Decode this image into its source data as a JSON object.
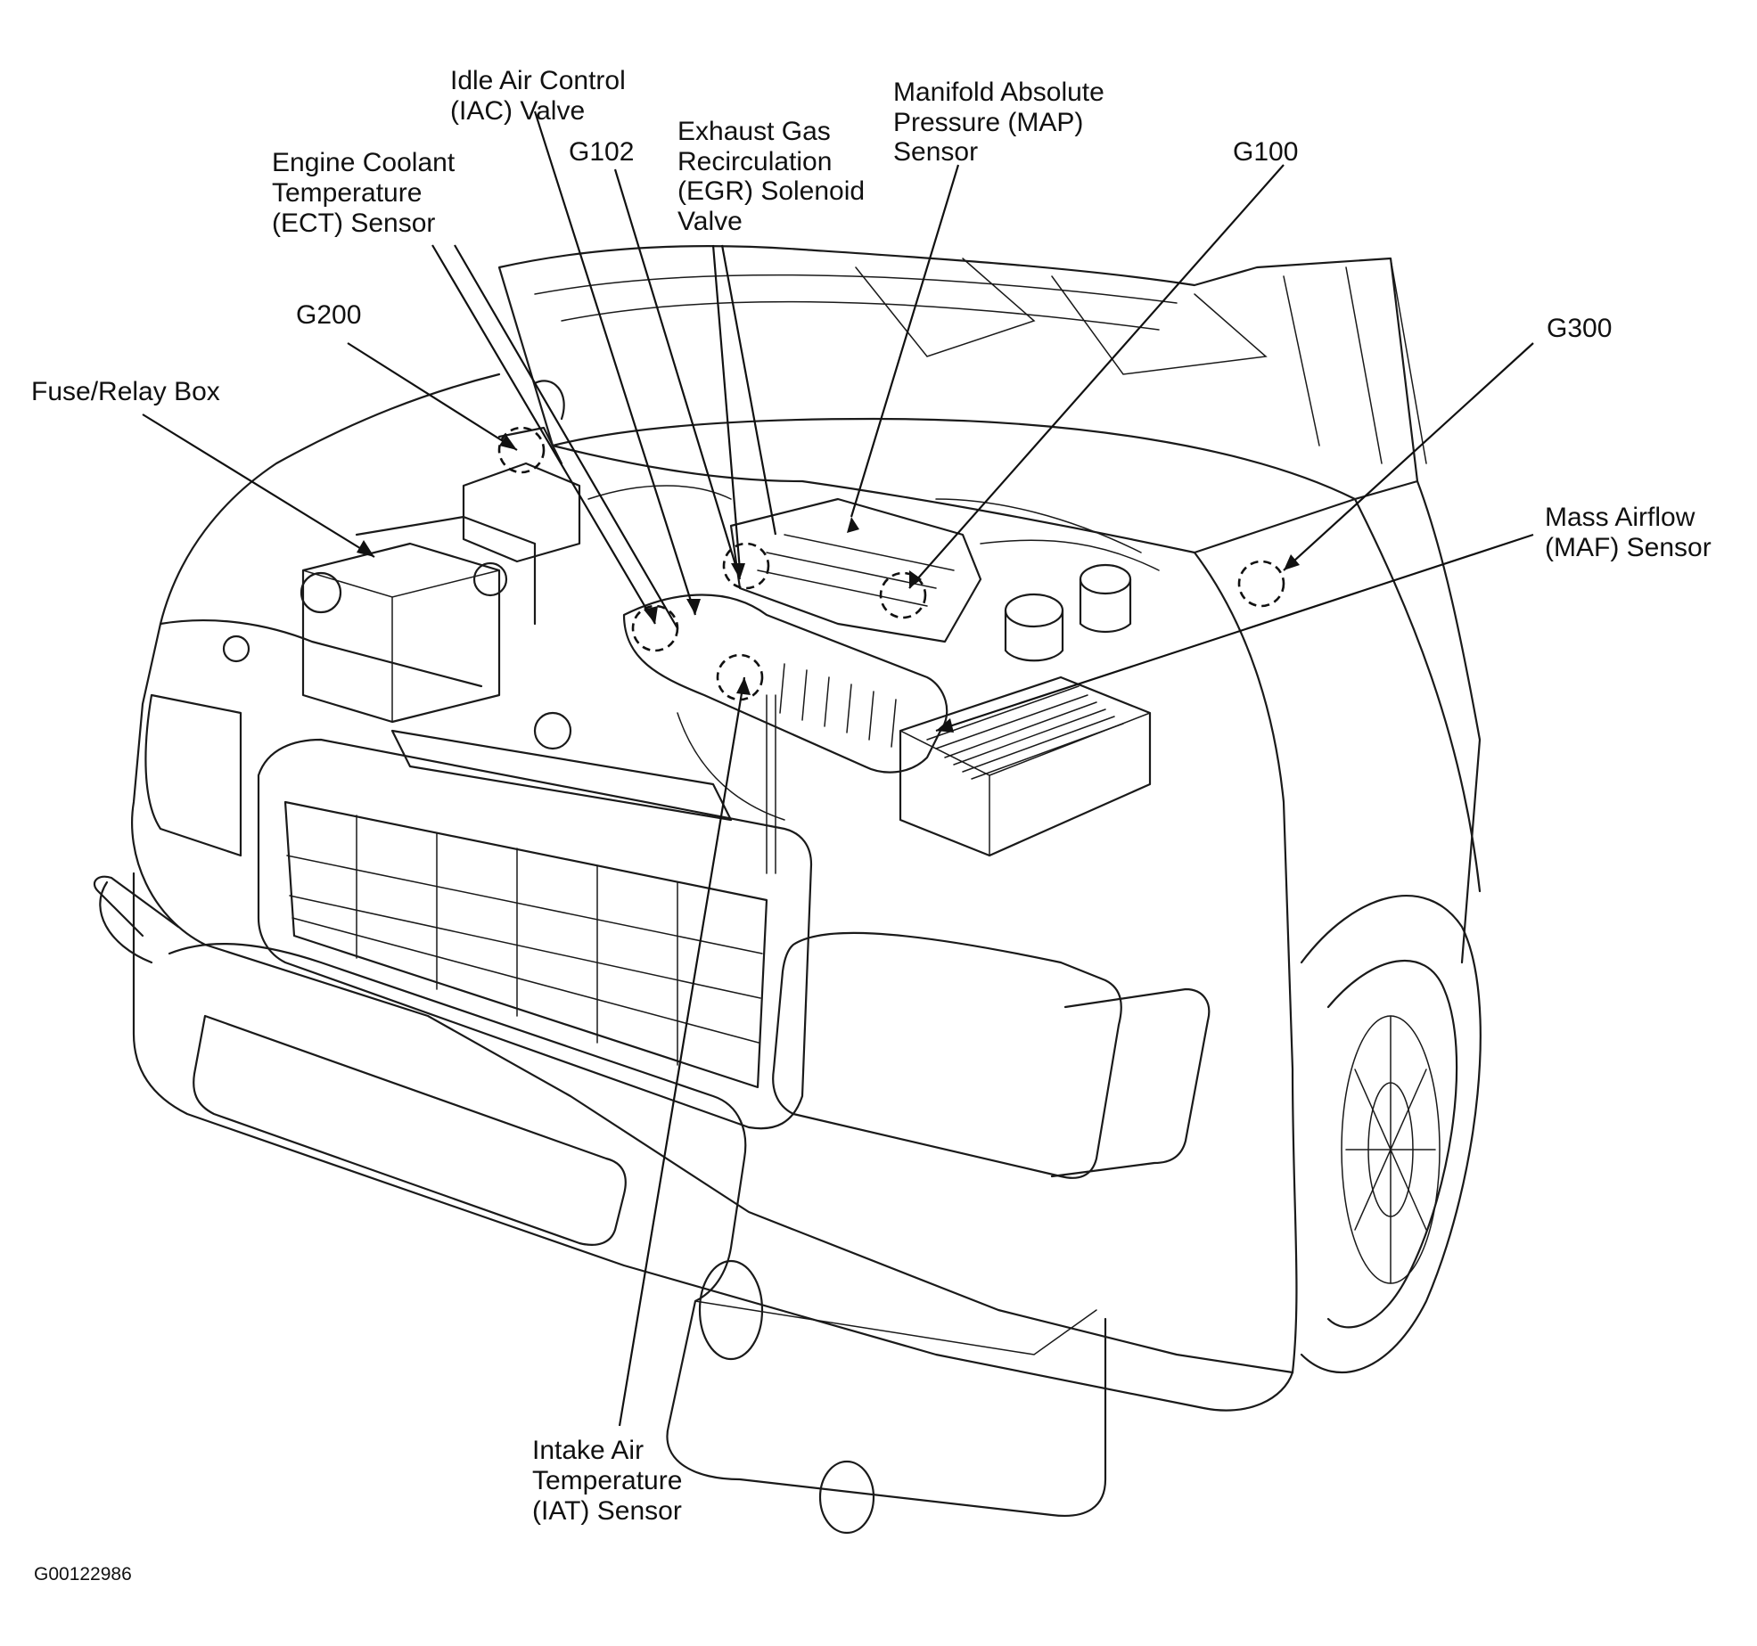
{
  "diagram": {
    "labels": {
      "iac": [
        "Idle Air Control",
        "(IAC) Valve"
      ],
      "egr": [
        "Exhaust Gas",
        "Recirculation",
        "(EGR) Solenoid",
        "Valve"
      ],
      "map": [
        "Manifold Absolute",
        "Pressure (MAP)",
        "Sensor"
      ],
      "ect": [
        "Engine Coolant",
        "Temperature",
        "(ECT) Sensor"
      ],
      "g102": "G102",
      "g100": "G100",
      "g200": "G200",
      "g300": "G300",
      "fuse": "Fuse/Relay Box",
      "maf": [
        "Mass Airflow",
        "(MAF) Sensor"
      ],
      "iat": [
        "Intake Air",
        "Temperature",
        "(IAT) Sensor"
      ]
    },
    "figure_id": "G00122986"
  }
}
